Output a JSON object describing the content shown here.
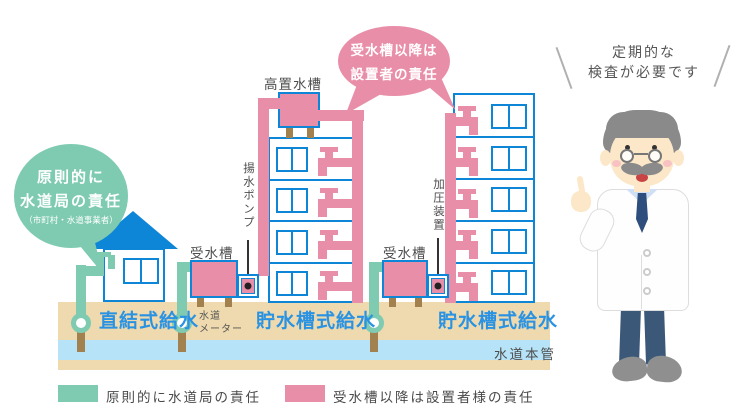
{
  "colors": {
    "pink": "#e98ea8",
    "green": "#7ecbb2",
    "blue": "#0e86d8",
    "blue_text": "#2a92e2",
    "ground": "#eedaae",
    "water_main": "#b6e3f7",
    "brown": "#a3814f",
    "ink": "#4d4d4d"
  },
  "speech_bubbles": {
    "green": {
      "line1": "原則的に",
      "line2": "水道局の責任",
      "line3": "（市町村・水道事業者）"
    },
    "pink": {
      "line1": "受水槽以降は",
      "line2": "設置者の責任"
    },
    "inspector": {
      "line1": "定期的な",
      "line2": "検査が必要です"
    }
  },
  "diagram": {
    "elevated_tank": "高置水槽",
    "lift_pump": "揚水ポンプ",
    "receiving_tank_1": "受水槽",
    "receiving_tank_2": "受水槽",
    "pressure_device": "加圧装置",
    "direct_supply": "直結式給水",
    "storage_supply_1": "貯水槽式給水",
    "storage_supply_2": "貯水槽式給水",
    "water_meter_line1": "水道",
    "water_meter_line2": "メーター",
    "water_main": "水道本管"
  },
  "legend": {
    "items": [
      {
        "swatch_color": "#7ecbb2",
        "label": "原則的に水道局の責任"
      },
      {
        "swatch_color": "#e98ea8",
        "label": "受水槽以降は設置者様の責任"
      }
    ]
  }
}
